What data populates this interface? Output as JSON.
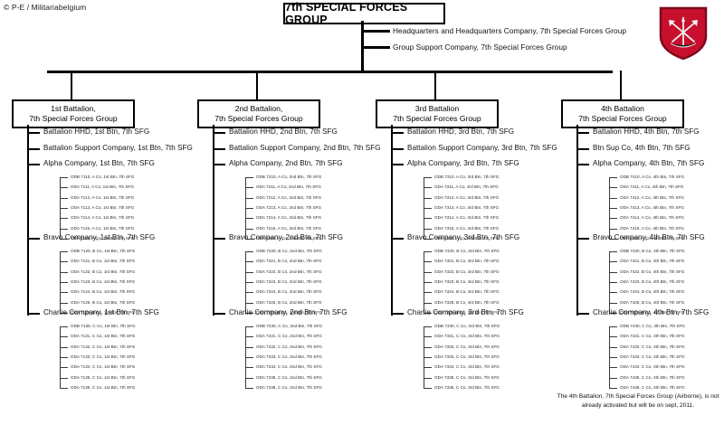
{
  "credit": "© P-E / Militariabelgium",
  "title": "7th SPECIAL FORCES GROUP",
  "group_staff": [
    "Headquarters and Headquarters Company,  7th Special Forces Group",
    "Group Support Company,  7th Special Forces Group"
  ],
  "footnote": "The 4th Battalion, 7th Special Forces Group (Airborne), is not already activated but will be on sept, 2011.",
  "insignia": {
    "name": "7th-sfg-beret-flash-patch",
    "shield_color": "#c8102e",
    "border_color": "#7d0a1d",
    "device_color": "#f2f2f2"
  },
  "battalions": [
    {
      "box_line1": "1st Battalion,",
      "box_line2": "7th Special Forces Group",
      "hhd": "Battalion HHD, 1st Btn, 7th SFG",
      "support": "Battalion  Support Company, 1st Btn, 7th SFG",
      "companies": [
        {
          "label": "Alpha Company, 1st Btn, 7th SFG",
          "teams": [
            "ODB 7110, A Co, 1st Btn, 7th SFG",
            "ODA 7111, A Co, 1st Btn, 7th SFG",
            "ODA 7112, A Co, 1st Btn, 7th SFG",
            "ODA 7113, A Co, 1st Btn, 7th SFG",
            "ODA 7114, A Co, 1st Btn, 7th SFG",
            "ODA 7115, A Co, 1st Btn, 7th SFG",
            "ODA 7116, A Co, 1st Btn, 7th SFG"
          ]
        },
        {
          "label": "Bravo Company, 1st Btn, 7th SFG",
          "teams": [
            "ODB 7120, B Co, 1st Btn, 7th SFG",
            "ODA 7121, B Co, 1st Btn, 7th SFG",
            "ODA 7122, B Co, 1st Btn, 7th SFG",
            "ODA 7123, B Co, 1st Btn, 7th SFG",
            "ODA 7124, B Co, 1st Btn, 7th SFG",
            "ODA 7125, B Co, 1st Btn, 7th SFG",
            "ODA 7126, B Co, 1st Btn, 7th SFG"
          ]
        },
        {
          "label": "Charlie Company, 1st Btn, 7th SFG",
          "teams": [
            "ODB 7130, C Co, 1st Btn, 7th SFG",
            "ODA 7131, C Co, 1st Btn, 7th SFG",
            "ODA 7132, C Co, 1st Btn, 7th SFG",
            "ODA 7133, C Co, 1st Btn, 7th SFG",
            "ODA 7134, C Co, 1st Btn, 7th SFG",
            "ODA 7135, C Co, 1st Btn, 7th SFG",
            "ODA 7136, C Co, 1st Btn, 7th SFG"
          ]
        }
      ]
    },
    {
      "box_line1": "2nd Battalion,",
      "box_line2": "7th Special Forces Group",
      "hhd": "Battalion HHD, 2nd Btn, 7th SFG",
      "support": "Battalion  Support Company, 2nd Btn, 7th SFG",
      "companies": [
        {
          "label": "Alpha Company, 2nd Btn, 7th SFG",
          "teams": [
            "ODB 7210, A Co, 2nd Btn, 7th SFG",
            "ODA 7211, A Co, 2nd Btn, 7th SFG",
            "ODA 7212, A Co, 2nd Btn, 7th SFG",
            "ODA 7213, A Co, 2nd Btn, 7th SFG",
            "ODA 7214, A Co, 2nd Btn, 7th SFG",
            "ODA 7215, A Co, 2nd Btn, 7th SFG",
            "ODA 7216, A Co, 2nd Btn, 7th SFG"
          ]
        },
        {
          "label": "Bravo Company, 2nd Btn, 7th SFG",
          "teams": [
            "ODB 7220, B Co, 2nd Btn, 7th SFG",
            "ODA 7221, B Co, 2nd Btn, 7th SFG",
            "ODA 7222, B Co, 2nd Btn, 7th SFG",
            "ODA 7223, B Co, 2nd Btn, 7th SFG",
            "ODA 7224, B Co, 2nd Btn, 7th SFG",
            "ODA 7225, B Co, 2nd Btn, 7th SFG",
            "ODA 7226, B Co, 2nd Btn, 7th SFG"
          ]
        },
        {
          "label": "Charlie Company, 2nd Btn, 7th SFG",
          "teams": [
            "ODB 7230, C Co, 2nd Btn, 7th SFG",
            "ODA 7231, C Co, 2nd Btn, 7th SFG",
            "ODA 7232, C Co, 2nd Btn, 7th SFG",
            "ODA 7233, C Co, 2nd Btn, 7th SFG",
            "ODA 7234, C Co, 2nd Btn, 7th SFG",
            "ODA 7235, C Co, 2nd Btn, 7th SFG",
            "ODA 7236, C Co, 2nd Btn, 7th SFG"
          ]
        }
      ]
    },
    {
      "box_line1": "3rd Battalion",
      "box_line2": "7th Special Forces Group",
      "hhd": "Battalion HHD,  3rd Btn, 7th SFG",
      "support": "Battalion  Support Company, 3rd Btn,  7th SFG",
      "companies": [
        {
          "label": "Alpha Company, 3rd Btn, 7th SFG",
          "teams": [
            "ODB 7310, A Co, 3rd Btn, 7th SFG",
            "ODA 7311, A Co, 3rd Btn, 7th SFG",
            "ODA 7312, A Co, 3rd Btn, 7th SFG",
            "ODA 7313, A Co, 3rd Btn, 7th SFG",
            "ODA 7314, A Co, 3rd Btn, 7th SFG",
            "ODA 7315, A Co, 3rd Btn, 7th SFG",
            "ODA 7316, A Co, 3rd Btn, 7th SFG"
          ]
        },
        {
          "label": "Bravo Company, 3rd Btn, 7th SFG",
          "teams": [
            "ODB 7320, B Co, 3rd Btn, 7th SFG",
            "ODA 7321, B Co, 3rd Btn, 7th SFG",
            "ODA 7322, B Co, 3rd Btn, 7th SFG",
            "ODA 7323, B Co, 3rd Btn, 7th SFG",
            "ODA 7324, B Co, 3rd Btn, 7th SFG",
            "ODA 7325, B Co, 3rd Btn, 7th SFG",
            "ODA 7326, B Co, 3rd Btn, 7th SFG"
          ]
        },
        {
          "label": "Charlie Company, 3rd Btn, 7th SFG",
          "teams": [
            "ODB 7330, C Co, 3rd Btn, 7th SFG",
            "ODA 7331, C Co, 3rd Btn, 7th SFG",
            "ODA 7332, C Co, 3rd Btn, 7th SFG",
            "ODA 7333, C Co, 3rd Btn, 7th SFG",
            "ODA 7334, C Co, 3rd Btn, 7th SFG",
            "ODA 7335, C Co, 3rd Btn, 7th SFG",
            "ODA 7336, C Co, 3rd Btn, 7th SFG"
          ]
        }
      ]
    },
    {
      "box_line1": "4th Battalion",
      "box_line2": "7th Special Forces Group",
      "hhd": "Battalion HHD, 4th Btn, 7th SFG",
      "support": "Btn  Sup Co, 4th Btn, 7th SFG",
      "companies": [
        {
          "label": "Alpha Company, 4th Btn, 7th SFG",
          "teams": [
            "ODB 7410, A Co, 4th Btn, 7th SFG",
            "ODA 7411, A Co, 4th Btn, 7th SFG",
            "ODA 7412, A Co, 4th Btn, 7th SFG",
            "ODA 7413, A Co, 4th Btn, 7th SFG",
            "ODA 7414, A Co, 4th Btn, 7th SFG",
            "ODA 7415, A Co, 4th Btn, 7th SFG",
            "ODA 7416, A Co, 4th Btn, 7th SFG"
          ]
        },
        {
          "label": "Bravo Company, 4th Btn, 7th SFG",
          "teams": [
            "ODB 7420, B Co, 4th Btn, 7th SFG",
            "ODA 7421, B Co, 4th Btn, 7th SFG",
            "ODA 7422, B Co, 4th Btn, 7th SFG",
            "ODA 7423, B Co, 4th Btn, 7th SFG",
            "ODA 7424, B Co, 4th Btn, 7th SFG",
            "ODA 7425, B Co, 4th Btn, 7th SFG",
            "ODA 7426, B Co, 4th Btn, 7th SFG"
          ]
        },
        {
          "label": "Charlie Company, 4th Btn, 7th SFG",
          "teams": [
            "ODB 7430, C Co, 4th Btn, 7th SFG",
            "ODA 7431, C Co, 4th Btn, 7th SFG",
            "ODA 7432, C Co, 4th Btn, 7th SFG",
            "ODA 7433, C Co, 4th Btn, 7th SFG",
            "ODA 7434, C Co, 4th Btn, 7th SFG",
            "ODA 7435, C Co, 4th Btn, 7th SFG",
            "ODA 7436, C Co, 4th Btn, 7th SFG"
          ]
        }
      ]
    }
  ]
}
